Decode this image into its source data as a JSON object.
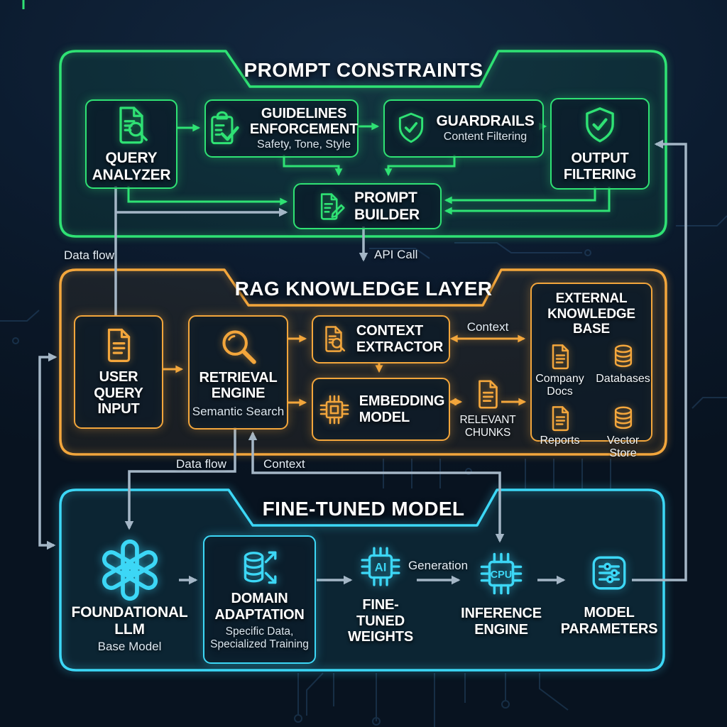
{
  "colors": {
    "green": "#2fe274",
    "orange": "#f3a63c",
    "cyan": "#3cd7f6",
    "arrow_gray": "#a4b6c6",
    "background": "#0c1c30",
    "text": "#ffffff"
  },
  "layers": {
    "prompt": {
      "title": "PROMPT CONSTRAINTS"
    },
    "rag": {
      "title": "RAG KNOWLEDGE LAYER"
    },
    "ft": {
      "title": "FINE-TUNED MODEL"
    }
  },
  "nodes": {
    "query_analyzer": {
      "label": "QUERY\nANALYZER"
    },
    "guidelines": {
      "label": "GUIDELINES\nENFORCEMENT",
      "subtitle": "Safety, Tone, Style"
    },
    "guardrails": {
      "label": "GUARDRAILS",
      "subtitle": "Content Filtering"
    },
    "output_filtering": {
      "label": "OUTPUT\nFILTERING"
    },
    "prompt_builder": {
      "label": "PROMPT\nBUILDER"
    },
    "user_query_input": {
      "label": "USER\nQUERY\nINPUT"
    },
    "retrieval_engine": {
      "label": "RETRIEVAL\nENGINE",
      "subtitle": "Semantic Search"
    },
    "context_extractor": {
      "label": "CONTEXT\nEXTRACTOR"
    },
    "embedding_model": {
      "label": "EMBEDDING\nMODEL"
    },
    "relevant_chunks": {
      "label": "RELEVANT\nCHUNKS"
    },
    "external_kb": {
      "title": "EXTERNAL\nKNOWLEDGE BASE",
      "items": [
        {
          "label": "Company\nDocs"
        },
        {
          "label": "Databases"
        },
        {
          "label": "Reports"
        },
        {
          "label": "Vector Store"
        }
      ]
    },
    "foundational_llm": {
      "label": "FOUNDATIONAL\nLLM",
      "subtitle": "Base Model"
    },
    "domain_adaptation": {
      "label": "DOMAIN\nADAPTATION",
      "subtitle": "Specific Data,\nSpecialized Training"
    },
    "fine_tuned_weights": {
      "label": "FINE-TUNED\nWEIGHTS",
      "chip": "AI"
    },
    "inference_engine": {
      "label": "INFERENCE\nENGINE",
      "chip": "CPU"
    },
    "model_parameters": {
      "label": "MODEL\nPARAMETERS"
    }
  },
  "edge_labels": {
    "data_flow_top": "Data flow",
    "api_call": "API Call",
    "context_kb": "Context",
    "data_flow_mid": "Data flow",
    "context_mid": "Context",
    "generation": "Generation"
  }
}
